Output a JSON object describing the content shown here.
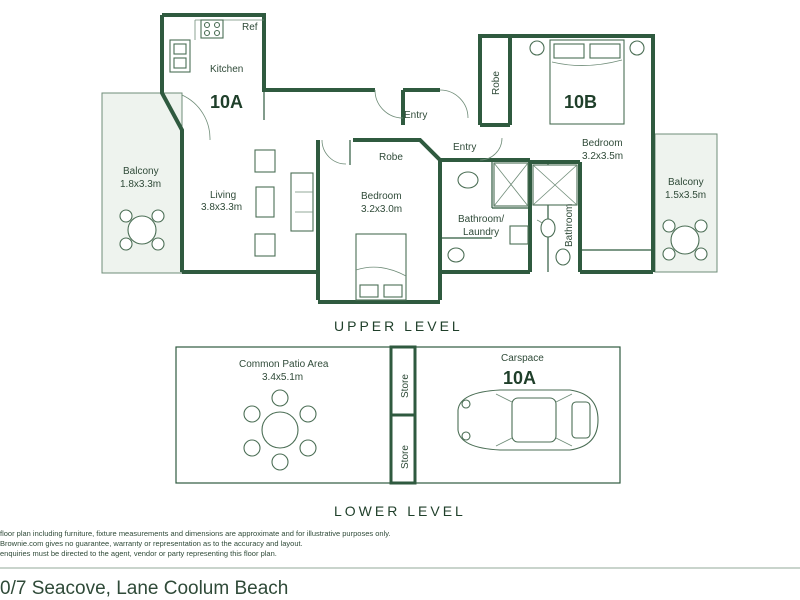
{
  "upper_level": {
    "title": "UPPER LEVEL",
    "unit_a": "10A",
    "unit_b": "10B",
    "rooms": {
      "ref": "Ref",
      "kitchen": "Kitchen",
      "balcony_left": {
        "name": "Balcony",
        "size": "1.8x3.3m"
      },
      "living": {
        "name": "Living",
        "size": "3.8x3.3m"
      },
      "entry_1": "Entry",
      "entry_2": "Entry",
      "robe_1": "Robe",
      "robe_2": "Robe",
      "bedroom_mid": {
        "name": "Bedroom",
        "size": "3.2x3.0m"
      },
      "bathroom_laundry": {
        "line1": "Bathroom/",
        "line2": "Laundry"
      },
      "bathroom": "Bathroom",
      "bedroom_right": {
        "name": "Bedroom",
        "size": "3.2x3.5m"
      },
      "balcony_right": {
        "name": "Balcony",
        "size": "1.5x3.5m"
      }
    }
  },
  "lower_level": {
    "title": "LOWER LEVEL",
    "patio": {
      "name": "Common Patio Area",
      "size": "3.4x5.1m"
    },
    "store_1": "Store",
    "store_2": "Store",
    "carspace": {
      "name": "Carspace",
      "unit": "10A"
    }
  },
  "disclaimer": [
    " floor plan including furniture, fixture measurements and dimensions are approximate and for illustrative purposes only.",
    "Brownie.com gives no guarantee, warranty or representation as to the accuracy and layout.",
    "enquiries must be directed to the agent, vendor or party representing this floor plan."
  ],
  "address": "0/7 Seacove, Lane Coolum Beach",
  "colors": {
    "wall": "#2f5a3f",
    "text": "#2f4a38",
    "balcony_fill": "#eef3ee"
  }
}
